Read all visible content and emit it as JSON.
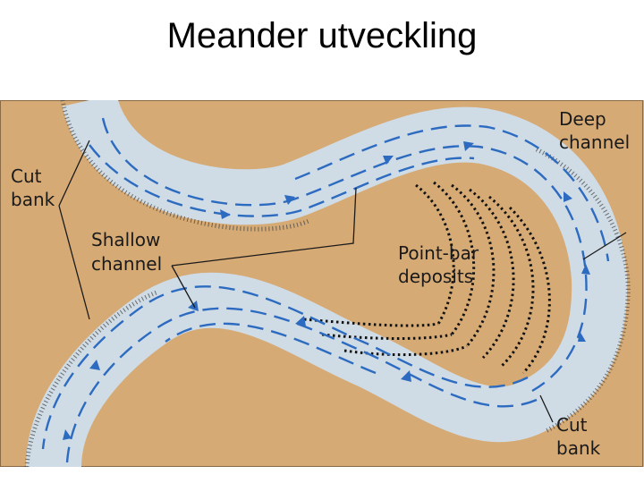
{
  "title": "Meander utveckling",
  "labels": {
    "deep_channel_line1": "Deep",
    "deep_channel_line2": "channel",
    "cut_bank_left_line1": "Cut",
    "cut_bank_left_line2": "bank",
    "shallow_channel_line1": "Shallow",
    "shallow_channel_line2": "channel",
    "point_bar_line1": "Point-bar",
    "point_bar_line2": "deposits",
    "cut_bank_right_line1": "Cut",
    "cut_bank_right_line2": "bank"
  },
  "colors": {
    "land": "#d6aa75",
    "water": "#cfdce6",
    "flow_arrows": "#2d6bc0",
    "point_bar_dots": "#111111",
    "text": "#1a1a1a"
  }
}
